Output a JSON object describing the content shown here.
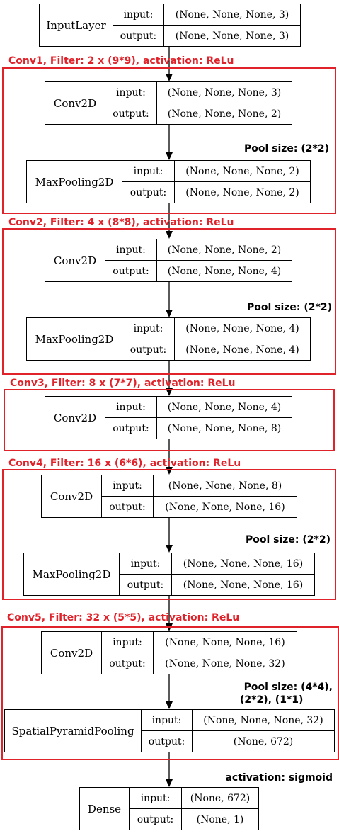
{
  "diagram": {
    "layers": [
      {
        "name": "InputLayer",
        "input_label": "input:",
        "input_value": "(None, None, None, 3)",
        "output_label": "output:",
        "output_value": "(None, None, None, 3)"
      },
      {
        "name": "Conv2D",
        "input_label": "input:",
        "input_value": "(None, None, None, 3)",
        "output_label": "output:",
        "output_value": "(None, None, None, 2)"
      },
      {
        "name": "MaxPooling2D",
        "input_label": "input:",
        "input_value": "(None, None, None, 2)",
        "output_label": "output:",
        "output_value": "(None, None, None, 2)"
      },
      {
        "name": "Conv2D",
        "input_label": "input:",
        "input_value": "(None, None, None, 2)",
        "output_label": "output:",
        "output_value": "(None, None, None, 4)"
      },
      {
        "name": "MaxPooling2D",
        "input_label": "input:",
        "input_value": "(None, None, None, 4)",
        "output_label": "output:",
        "output_value": "(None, None, None, 4)"
      },
      {
        "name": "Conv2D",
        "input_label": "input:",
        "input_value": "(None, None, None, 4)",
        "output_label": "output:",
        "output_value": "(None, None, None, 8)"
      },
      {
        "name": "Conv2D",
        "input_label": "input:",
        "input_value": "(None, None, None, 8)",
        "output_label": "output:",
        "output_value": "(None, None, None, 16)"
      },
      {
        "name": "MaxPooling2D",
        "input_label": "input:",
        "input_value": "(None, None, None, 16)",
        "output_label": "output:",
        "output_value": "(None, None, None, 16)"
      },
      {
        "name": "Conv2D",
        "input_label": "input:",
        "input_value": "(None, None, None, 16)",
        "output_label": "output:",
        "output_value": "(None, None, None, 32)"
      },
      {
        "name": "SpatialPyramidPooling",
        "input_label": "input:",
        "input_value": "(None, None, None, 32)",
        "output_label": "output:",
        "output_value": "(None, 672)"
      },
      {
        "name": "Dense",
        "input_label": "input:",
        "input_value": "(None, 672)",
        "output_label": "output:",
        "output_value": "(None, 1)"
      }
    ],
    "groups": [
      {
        "label": "Conv1, Filter: 2 x (9*9), activation: ReLu"
      },
      {
        "label": "Conv2, Filter: 4 x (8*8), activation: ReLu"
      },
      {
        "label": "Conv3, Filter: 8 x (7*7), activation: ReLu"
      },
      {
        "label": "Conv4, Filter: 16 x (6*6), activation: ReLu"
      },
      {
        "label": "Conv5, Filter: 32 x (5*5), activation: ReLu"
      }
    ],
    "notes": [
      {
        "text": "Pool size: (2*2)"
      },
      {
        "text": "Pool size: (2*2)"
      },
      {
        "text": "Pool size: (2*2)"
      },
      {
        "text": "Pool size: (4*4),"
      },
      {
        "text": "(2*2), (1*1)"
      },
      {
        "text": "activation: sigmoid"
      }
    ],
    "colors": {
      "group_border": "#e0232b",
      "group_label": "#e0232b",
      "line": "#000000"
    }
  }
}
